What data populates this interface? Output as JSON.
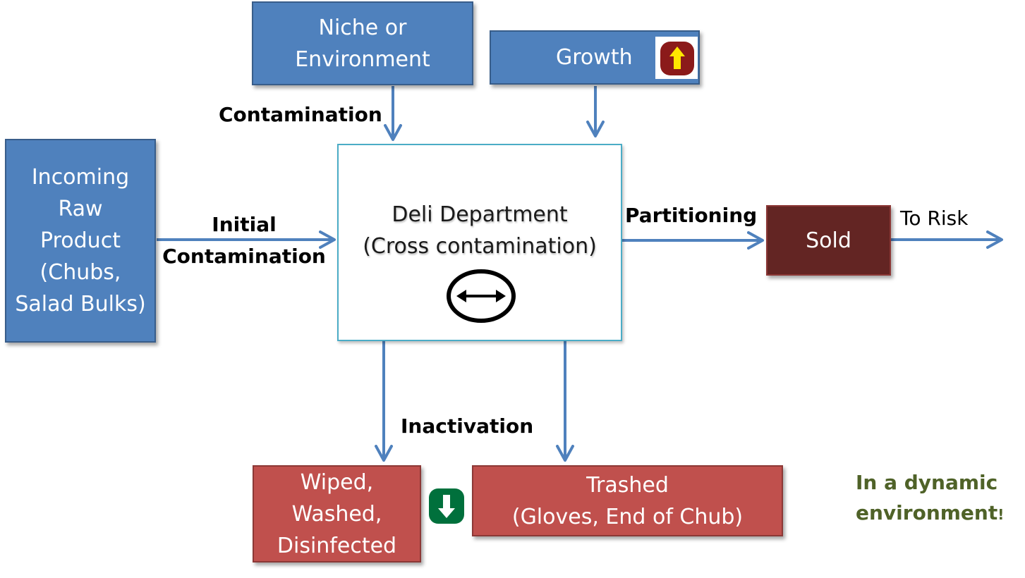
{
  "boxes": {
    "niche": "Niche or\nEnvironment",
    "growth": "Growth",
    "incoming": "Incoming\nRaw\nProduct\n(Chubs,\nSalad Bulks)",
    "deli": "Deli Department\n(Cross contamination)",
    "sold": "Sold",
    "wiped": "Wiped,\nWashed,\nDisinfected",
    "trashed": "Trashed\n(Gloves, End of Chub)"
  },
  "labels": {
    "contamination": "Contamination",
    "initial_contamination": "Initial\nContamination",
    "partitioning": "Partitioning",
    "to_risk": "To Risk",
    "inactivation": "Inactivation"
  },
  "note": {
    "line1": "In a dynamic",
    "line2": "environment",
    "bang": "!"
  },
  "icons": {
    "growth": "up-arrow-icon",
    "deli": "double-arrow-circle-icon",
    "inactivation": "down-arrow-icon"
  },
  "colors": {
    "blue_box": "#4f81bd",
    "red_box": "#c0504d",
    "maroon_box": "#632523",
    "arrow": "#4f81bd",
    "note_text": "#4f6228",
    "growth_badge": "#8b1a1a",
    "growth_arrow": "#ffe600",
    "inactivation_badge": "#00703c"
  }
}
